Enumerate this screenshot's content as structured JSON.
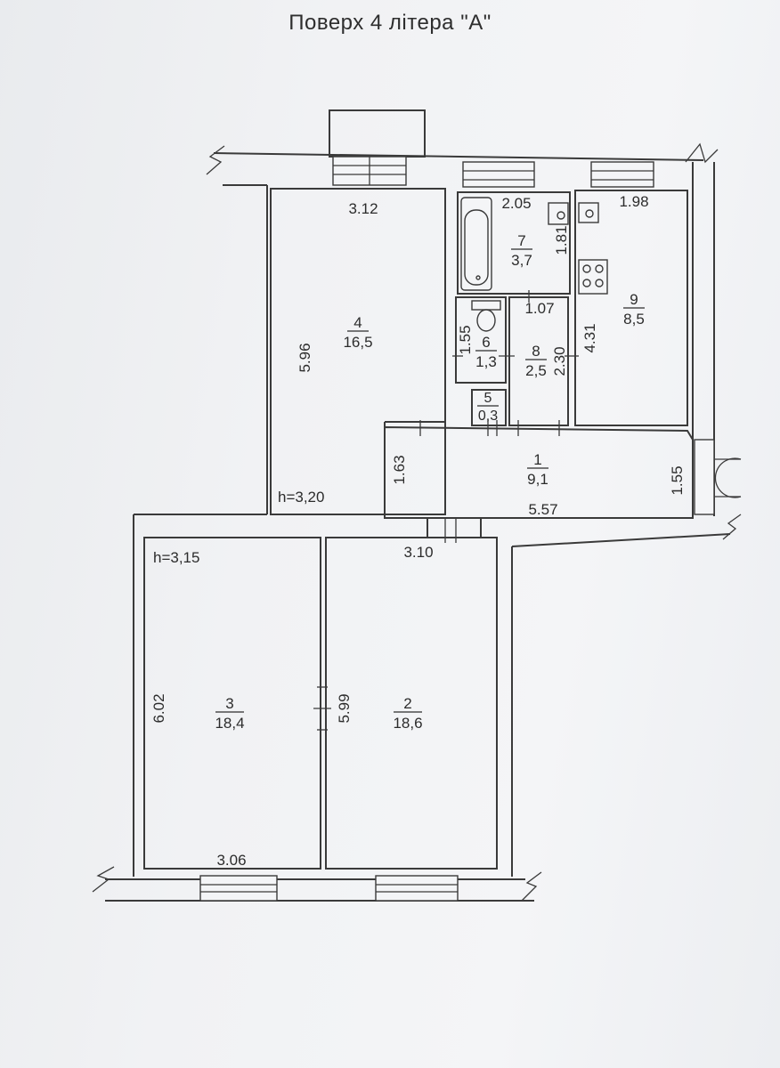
{
  "title": "Поверх 4 літера \"А\"",
  "rooms": [
    {
      "number": "1",
      "area": "9,1"
    },
    {
      "number": "2",
      "area": "18,6"
    },
    {
      "number": "3",
      "area": "18,4"
    },
    {
      "number": "4",
      "area": "16,5"
    },
    {
      "number": "5",
      "area": "0,3"
    },
    {
      "number": "6",
      "area": "1,3"
    },
    {
      "number": "7",
      "area": "3,7"
    },
    {
      "number": "8",
      "area": "2,5"
    },
    {
      "number": "9",
      "area": "8,5"
    }
  ],
  "dimensions": {
    "room4_width": "3.12",
    "room4_length": "5.96",
    "room7_width": "2.05",
    "room7_length": "1.81",
    "room9_width": "1.98",
    "room9_length": "4.31",
    "room6_length": "1.55",
    "room8_width": "1.07",
    "room8_length": "2.30",
    "room1_length": "5.57",
    "room1_left_width": "1.63",
    "room1_right_width": "1.55",
    "room2_width": "3.10",
    "room2_length": "5.99",
    "room3_width": "3.06",
    "room3_length": "6.02"
  },
  "heights": {
    "upper": "h=3,20",
    "lower": "h=3,15"
  }
}
